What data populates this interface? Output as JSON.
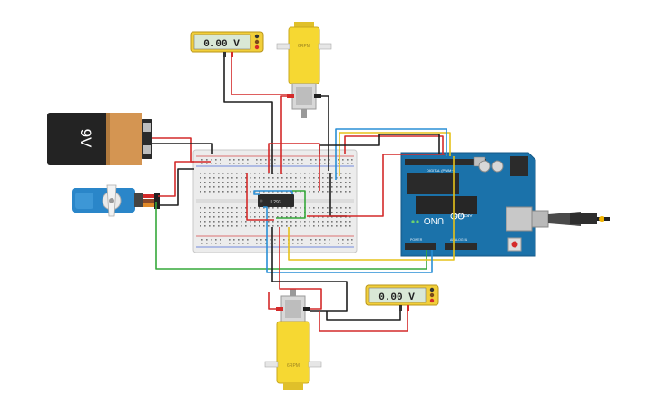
{
  "battery": {
    "label": "9V"
  },
  "multimeters": [
    {
      "id": "top",
      "reading": "0.00 V"
    },
    {
      "id": "bottom",
      "reading": "0.00 V"
    }
  ],
  "motors": [
    {
      "id": "top",
      "label": "6RPM"
    },
    {
      "id": "bottom",
      "label": "6RPM"
    }
  ],
  "driver_chip": {
    "label": "L293"
  },
  "arduino": {
    "model": "UNO",
    "brand": "ARDUINO",
    "header_top": "DIGITAL (PWM~)",
    "header_power": "POWER",
    "header_analog": "ANALOG IN"
  },
  "colors": {
    "wire_red": "#d42a2a",
    "wire_black": "#1f1f1f",
    "wire_green": "#35a83a",
    "wire_blue": "#2a8fd6",
    "wire_yellow": "#e6c21a",
    "board_blue": "#1b6fa6",
    "motor_yellow": "#f6d832",
    "meter_yellow": "#f2cf3a",
    "breadboard": "#ececec"
  }
}
